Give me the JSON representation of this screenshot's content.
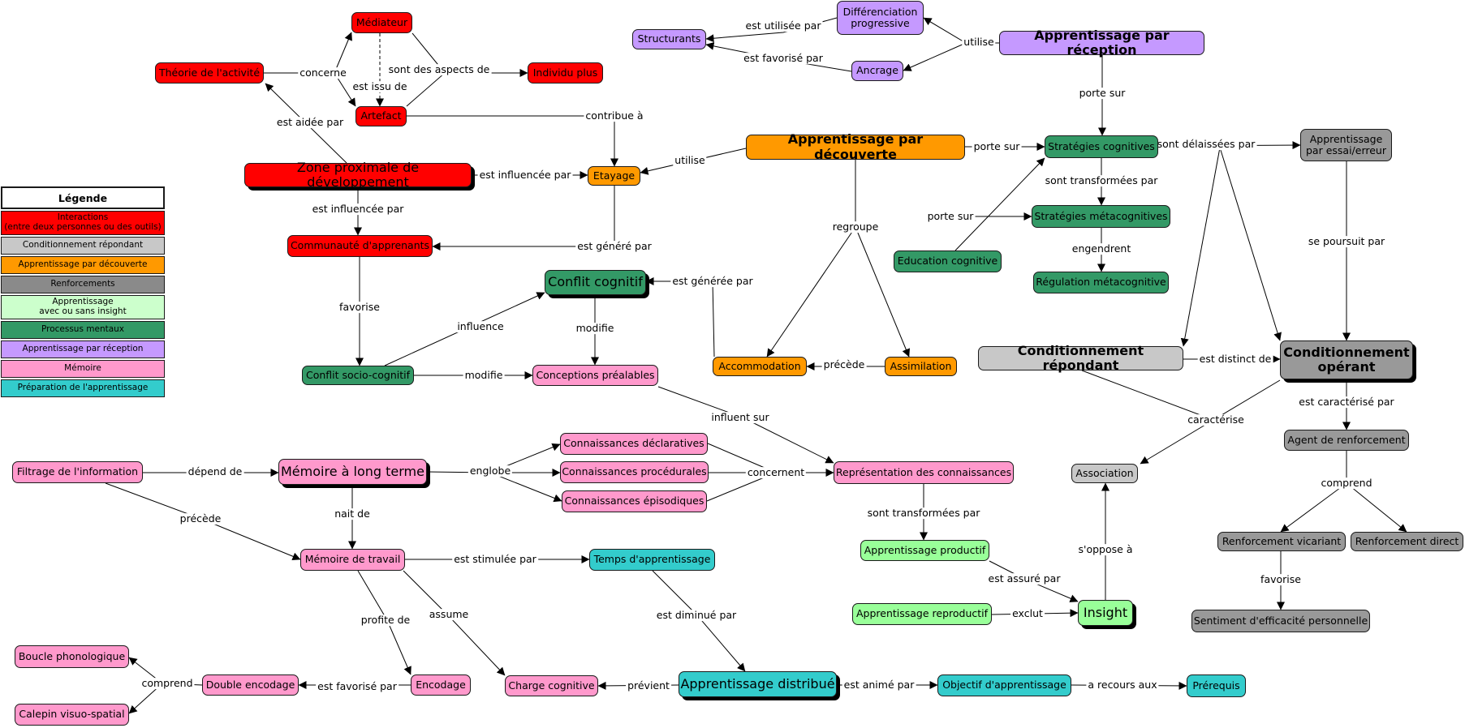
{
  "colors": {
    "red": "#ff0000",
    "orange": "#ff9900",
    "purple": "#c599ff",
    "dark_green": "#339966",
    "light_green": "#99ff99",
    "pink": "#ff99cc",
    "teal": "#33cccc",
    "gray": "#999999",
    "light_gray": "#c8c8c8"
  },
  "legend": {
    "title": "Légende",
    "items": [
      {
        "label": "Interactions\n(entre deux personnes ou des outils)",
        "color": "#ff0000"
      },
      {
        "label": "Conditionnement répondant",
        "color": "#c8c8c8"
      },
      {
        "label": "Apprentissage par découverte",
        "color": "#ff9900"
      },
      {
        "label": "Renforcements",
        "color": "#8a8a8a"
      },
      {
        "label": "Apprentissage\navec ou sans insight",
        "color": "#ccffcc"
      },
      {
        "label": "Processus mentaux",
        "color": "#339966"
      },
      {
        "label": "Apprentissage par réception",
        "color": "#c599ff"
      },
      {
        "label": "Mémoire",
        "color": "#ff99cc"
      },
      {
        "label": "Préparation de l'apprentissage",
        "color": "#33cccc"
      }
    ]
  },
  "nodes": {
    "mediateur": "Médiateur",
    "theorie": "Théorie de l'activité",
    "individu": "Individu plus",
    "artefact": "Artefact",
    "zpd": "Zone proximale de développement",
    "etayage": "Etayage",
    "communaute": "Communauté d'apprenants",
    "conflit_cognitif": "Conflit cognitif",
    "conflit_socio": "Conflit socio-cognitif",
    "conceptions": "Conceptions préalables",
    "differenciation": "Différenciation\nprogressive",
    "structurants": "Structurants",
    "ancrage": "Ancrage",
    "app_reception": "Apprentissage par réception",
    "app_decouverte": "Apprentissage par découverte",
    "strat_cog": "Stratégies cognitives",
    "strat_meta": "Stratégies métacognitives",
    "regulation": "Régulation métacognitive",
    "education_cog": "Education cognitive",
    "essai_erreur": "Apprentissage\npar essai/erreur",
    "accommodation": "Accommodation",
    "assimilation": "Assimilation",
    "cond_repondant": "Conditionnement répondant",
    "cond_operant": "Conditionnement\nopérant",
    "agent": "Agent de renforcement",
    "association": "Association",
    "renf_vicariant": "Renforcement vicariant",
    "renf_direct": "Renforcement direct",
    "sentiment": "Sentiment d'efficacité personnelle",
    "filtrage": "Filtrage de l'information",
    "mlt": "Mémoire à long terme",
    "conn_decl": "Connaissances déclaratives",
    "conn_proc": "Connaissances procédurales",
    "conn_epis": "Connaissances épisodiques",
    "representation": "Représentation des connaissances",
    "app_productif": "Apprentissage productif",
    "app_reproductif": "Apprentissage reproductif",
    "insight": "Insight",
    "memoire_travail": "Mémoire de travail",
    "temps": "Temps d'apprentissage",
    "boucle": "Boucle phonologique",
    "calepin": "Calepin visuo-spatial",
    "double_encodage": "Double encodage",
    "encodage": "Encodage",
    "charge": "Charge cognitive",
    "app_distribue": "Apprentissage distribué",
    "objectif": "Objectif d'apprentissage",
    "prerequis": "Prérequis"
  },
  "links": {
    "concerne": "concerne",
    "est_issu_de": "est issu de",
    "sont_aspects": "sont des aspects de",
    "est_aidee_par": "est aidée par",
    "contribue_a": "contribue à",
    "influencee_par_1": "est influencée par",
    "influencee_par_2": "est influencée par",
    "utilise_1": "utilise",
    "est_genere_par": "est généré par",
    "favorise_1": "favorise",
    "influence": "influence",
    "modifie_1": "modifie",
    "modifie_2": "modifie",
    "est_generee_par": "est générée par",
    "est_utilisee_par": "est utilisée par",
    "est_favorise_par_1": "est favorisé par",
    "utilise_2": "utilise",
    "porte_sur_1": "porte sur",
    "porte_sur_2": "porte sur",
    "porte_sur_3": "porte sur",
    "sont_transformees_1": "sont transformées par",
    "engendrent": "engendrent",
    "regroupe": "regroupe",
    "precede_1": "précède",
    "sont_delaissees": "sont délaissées par",
    "se_poursuit": "se poursuit par",
    "est_distinct": "est distinct de",
    "caracterise": "caractérise",
    "est_caracterise": "est caractérisé par",
    "comprend_1": "comprend",
    "favorise_2": "favorise",
    "influent_sur": "influent sur",
    "depend_de": "dépend de",
    "englobe": "englobe",
    "concernent": "concernent",
    "nait_de": "nait de",
    "precede_2": "précède",
    "sont_transformees_2": "sont transformées par",
    "est_assure_par": "est assuré par",
    "exclut": "exclut",
    "s_oppose": "s'oppose à",
    "est_stimulee": "est stimulée par",
    "profite_de": "profite de",
    "assume": "assume",
    "est_diminue": "est diminué par",
    "comprend_2": "comprend",
    "est_favorise_par_2": "est favorisé par",
    "previent": "prévient",
    "est_anime": "est animé par",
    "a_recours": "a recours aux"
  }
}
